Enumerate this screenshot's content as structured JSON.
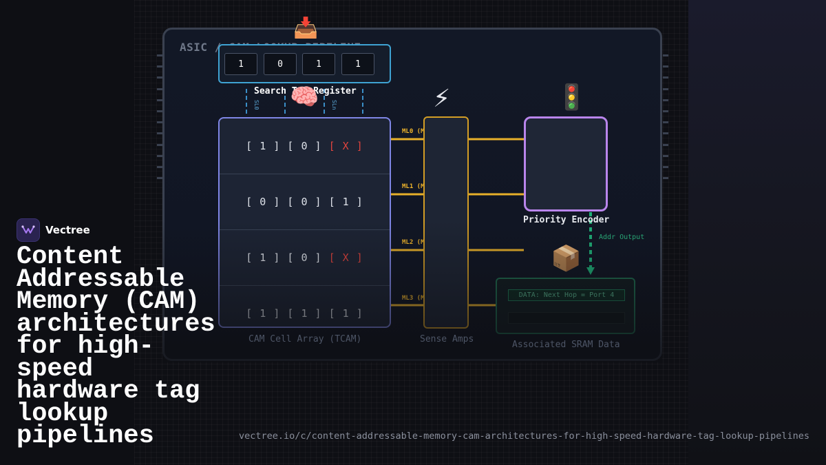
{
  "chip": {
    "title": "ASIC / CAM LOOKUP PIPELINE"
  },
  "register": {
    "label": "Search Tag Register",
    "bits": [
      "1",
      "0",
      "1",
      "1"
    ],
    "icon": "inbox-tray-emoji",
    "search_lines": [
      "SL0",
      "SLn"
    ]
  },
  "cam_array": {
    "label": "CAM Cell Array (TCAM)",
    "icon": "brain-emoji",
    "rows": [
      {
        "cells": [
          "1",
          "0",
          "X"
        ]
      },
      {
        "cells": [
          "0",
          "0",
          "1"
        ]
      },
      {
        "cells": [
          "1",
          "0",
          "X"
        ]
      },
      {
        "cells": [
          "1",
          "1",
          "1"
        ]
      }
    ]
  },
  "match_lines": [
    "ML0 (M",
    "ML1 (M",
    "ML2 (M",
    "ML3 (M"
  ],
  "sense_amps": {
    "label": "Sense Amps",
    "icon": "lightning-emoji"
  },
  "encoder": {
    "label": "Priority Encoder",
    "icon": "traffic-light-emoji"
  },
  "addr_output": {
    "label": "Addr Output"
  },
  "sram": {
    "label": "Associated SRAM Data",
    "entry": "DATA: Next Hop = Port 4",
    "icon": "package-emoji"
  },
  "brand": {
    "name": "Vectree"
  },
  "headline": "Content Addressable Memory (CAM) architectures for high-speed hardware tag lookup pipelines",
  "url": "vectree.io/c/content-addressable-memory-cam-architectures-for-high-speed-hardware-tag-lookup-pipelines",
  "colors": {
    "register_border": "#3fa3d3",
    "array_border": "#7f86e6",
    "match_line": "#f2b62b",
    "encoder_border": "#b985ec",
    "sram_border": "#1f6c4f",
    "dont_care": "#e0443e"
  }
}
